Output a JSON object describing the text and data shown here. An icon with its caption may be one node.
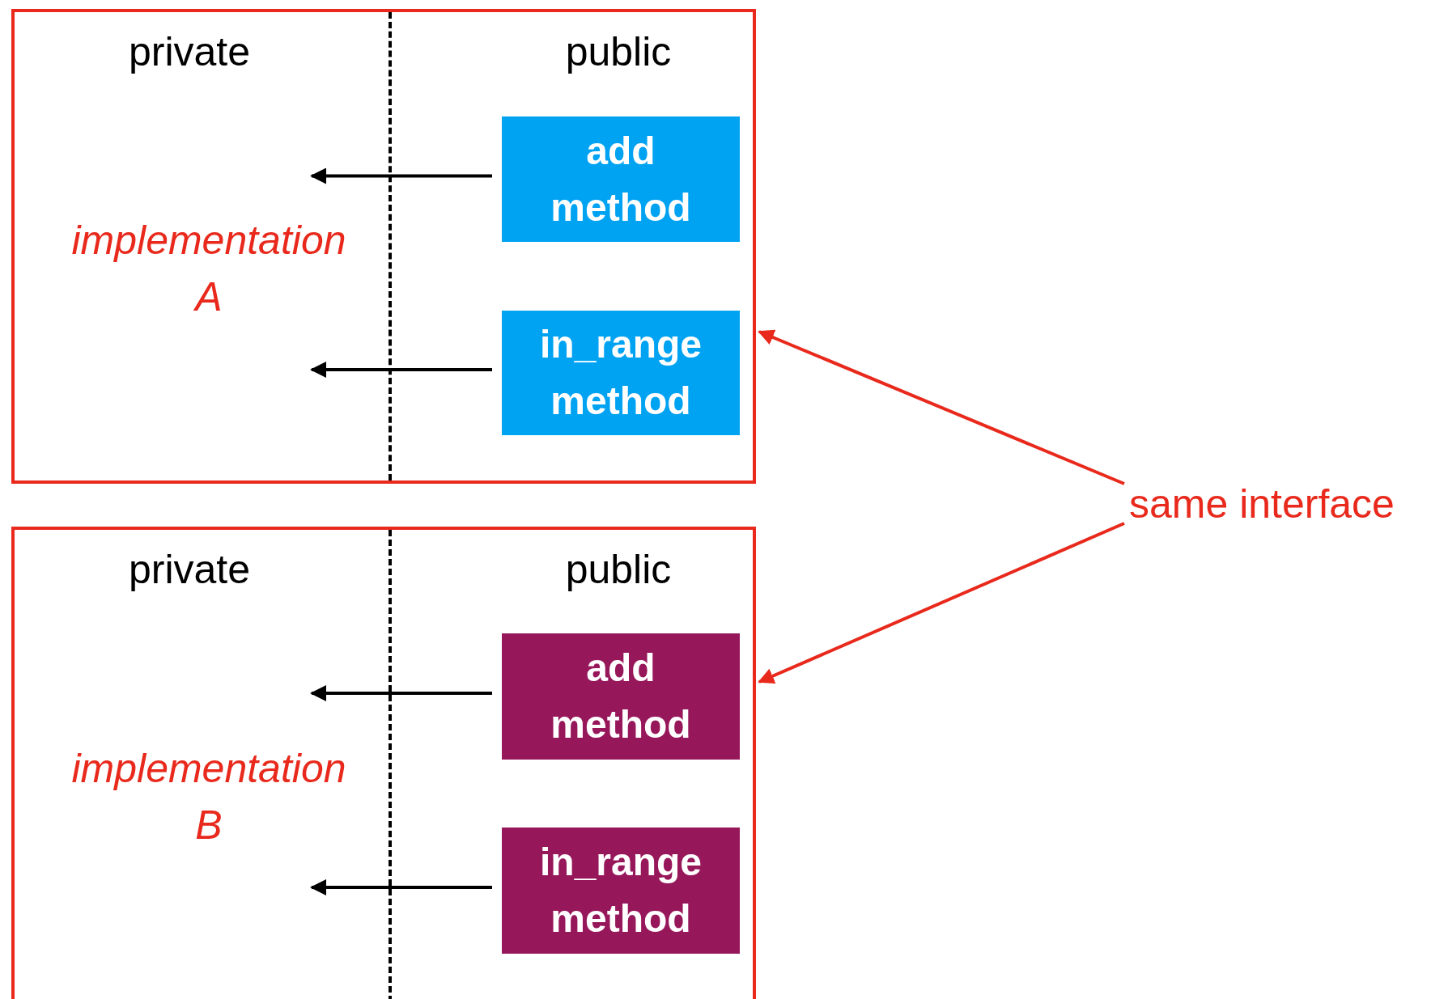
{
  "diagram": {
    "nodes": [
      {
        "text": [],
        "shape": "box"
      },
      {
        "text": [
          "implementation A"
        ],
        "in": 0
      },
      {
        "text": [
          "add method"
        ],
        "in": 0
      },
      {
        "text": [
          "in_range method"
        ],
        "in": 0
      },
      {
        "text": [],
        "shape": "box"
      },
      {
        "text": [
          "implementation B"
        ],
        "in": 4
      },
      {
        "text": [
          "add method"
        ],
        "in": 4
      },
      {
        "text": [
          "in_range method"
        ],
        "in": 4
      },
      {
        "text": [
          "same interface"
        ]
      }
    ],
    "edges": [
      {
        "from": 2,
        "to": 1,
        "arrow": "to"
      },
      {
        "from": 3,
        "to": 1,
        "arrow": "to"
      },
      {
        "from": 6,
        "to": 5,
        "arrow": "to"
      },
      {
        "from": 7,
        "to": 5,
        "arrow": "to"
      },
      {
        "from": 8,
        "to": 0,
        "arrow": "to",
        "color": "#e8291c"
      },
      {
        "from": 8,
        "to": 4,
        "arrow": "to",
        "color": "#e8291c"
      }
    ],
    "labels": [
      "private",
      "public",
      "private",
      "public"
    ]
  }
}
